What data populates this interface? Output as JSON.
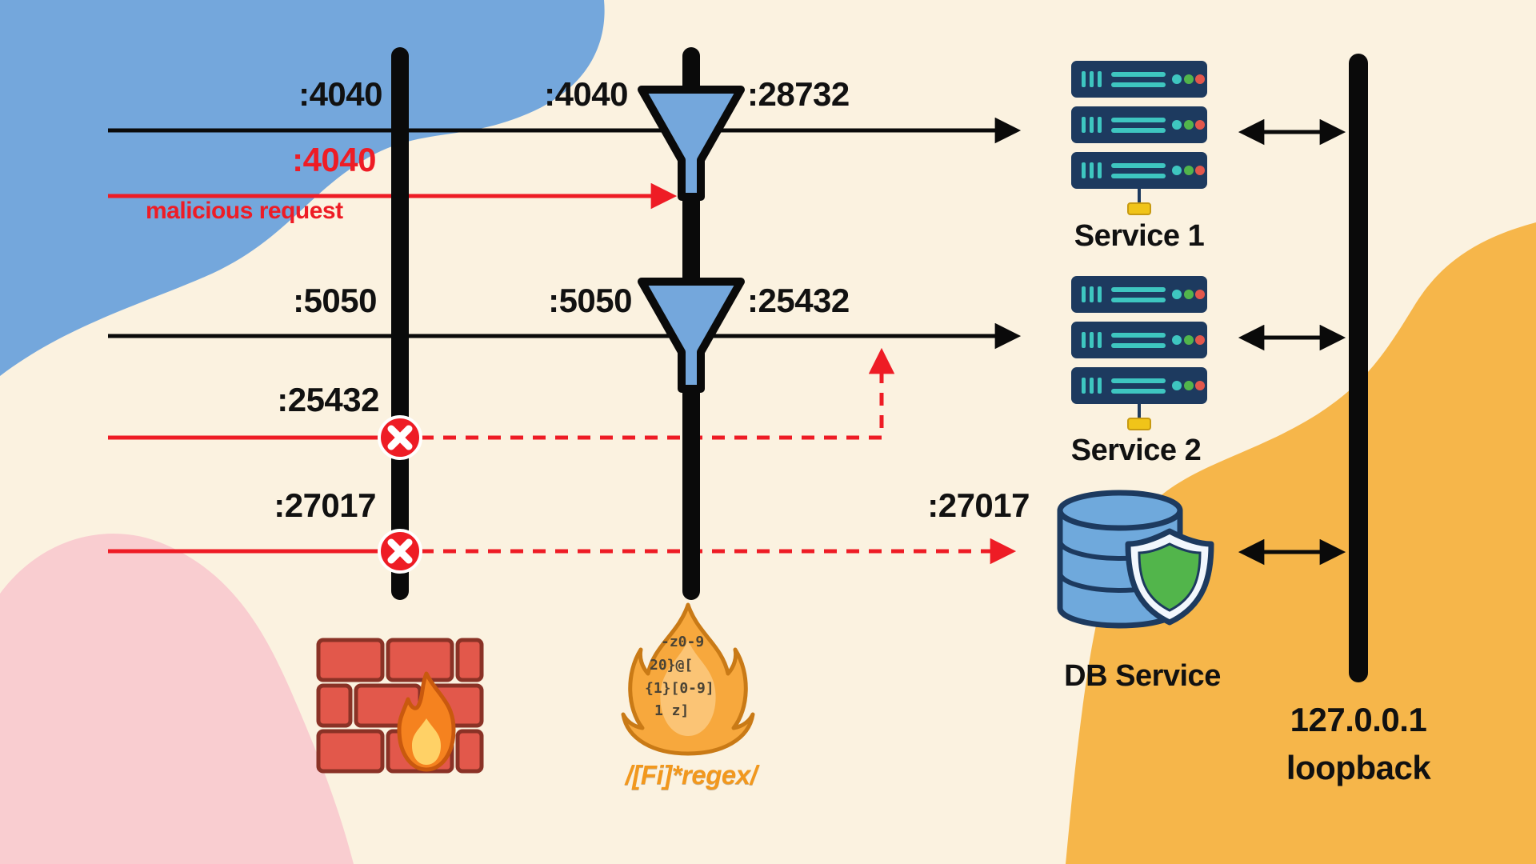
{
  "diagram": {
    "flow_4040": {
      "port_external": ":4040",
      "port_filtered": ":4040",
      "port_internal": ":28732"
    },
    "malicious": {
      "port": ":4040",
      "label": "malicious request"
    },
    "flow_5050": {
      "port_external": ":5050",
      "port_filtered": ":5050",
      "port_internal": ":25432"
    },
    "blocked_25432": {
      "port": ":25432"
    },
    "blocked_27017": {
      "port_external": ":27017",
      "port_internal": ":27017"
    },
    "services": {
      "service1": "Service 1",
      "service2": "Service 2",
      "db": "DB Service"
    },
    "loopback": {
      "ip": "127.0.0.1",
      "label": "loopback"
    },
    "regex_filter": {
      "label": "/[Fi]*regex/",
      "flame_text": [
        "-z0-9",
        "20}@[",
        "{1}[0-9]",
        "1  z]"
      ]
    },
    "icons": {
      "firewall": "firewall-brick-wall-icon",
      "regex_flame": "regex-flame-icon",
      "funnel": "funnel-filter-icon",
      "server": "server-stack-icon",
      "database": "database-shield-icon",
      "blocked": "blocked-x-icon"
    },
    "colors": {
      "danger_red": "#ee1c25",
      "line_black": "#0a0a0a",
      "funnel_blue": "#74a7dc",
      "server_navy": "#1d3a5f",
      "teal": "#3ec6c0",
      "brick_red": "#e2584b",
      "flame_orange": "#f7a83d",
      "shield_green": "#52b54b",
      "blob_blue": "#74a7dc",
      "blob_pink": "#f9cdd0",
      "blob_orange": "#f6b64a",
      "background_cream": "#fbf2e0"
    }
  }
}
